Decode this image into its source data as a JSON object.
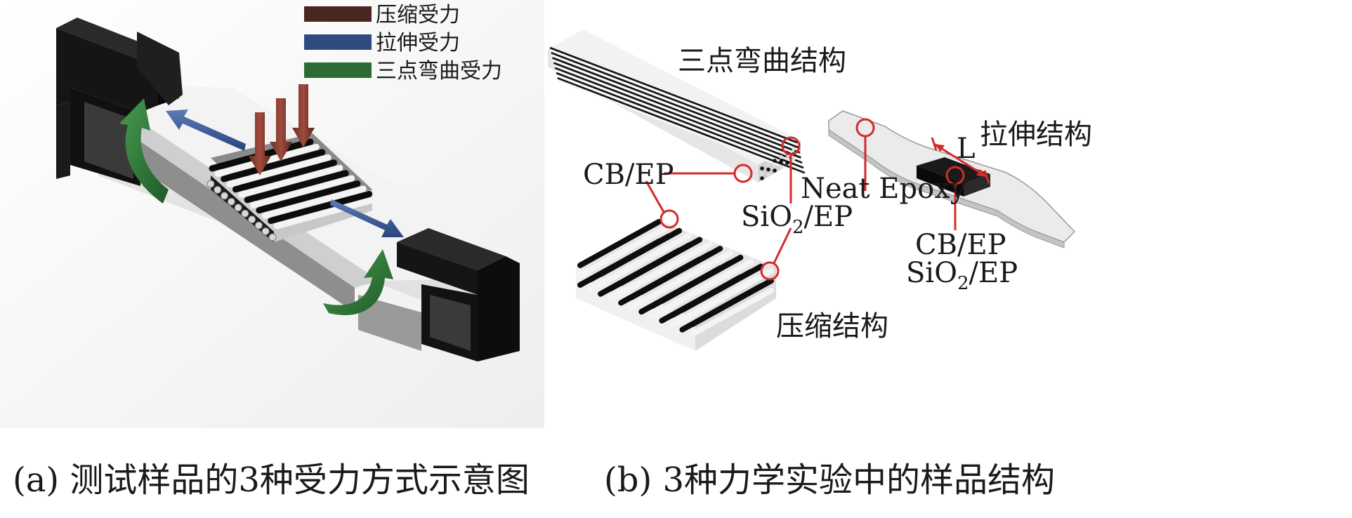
{
  "panel_a": {
    "legend": [
      {
        "label": "压缩受力",
        "color": "#4a2620"
      },
      {
        "label": "拉伸受力",
        "color": "#2f4a80"
      },
      {
        "label": "三点弯曲受力",
        "color": "#2e6b34"
      }
    ],
    "caption": "(a) 测试样品的3种受力方式示意图"
  },
  "panel_b": {
    "labels": {
      "three_point_bending": "三点弯曲结构",
      "tension": "拉伸结构",
      "compression": "压缩结构",
      "length": "L",
      "neat_epoxy": "Neat Epoxy",
      "cb_ep_left": "CB/EP",
      "sio2_left_main": "SiO",
      "sio2_left_sub": "2",
      "sio2_left_tail": "/EP",
      "cb_ep_right": "CB/EP",
      "sio2_right_main": "SiO",
      "sio2_right_sub": "2",
      "sio2_right_tail": "/EP"
    },
    "caption": "(b) 3种力学实验中的样品结构"
  },
  "colors": {
    "fixture_dark": "#1c1c1c",
    "fiber_dark": "#101010",
    "fiber_light": "#e6e6e6",
    "annotation_red": "#d42a2a"
  }
}
